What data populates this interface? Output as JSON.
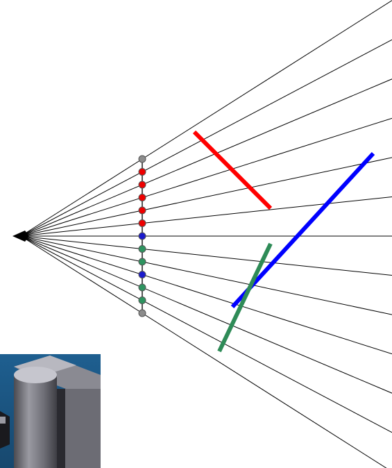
{
  "colors": {
    "background": "#ffffff",
    "ray": "#000000",
    "screen_line": "#555555",
    "red_segment": "#ff0000",
    "blue_segment": "#0000ff",
    "green_segment": "#2e8b57",
    "dot_gray": "#8c8c8c",
    "dot_red": "#ee0000",
    "dot_blue": "#1a1acc",
    "dot_green": "#2e9460",
    "inset_sky": "#1d5c8c",
    "inset_block": "#7a7a80"
  },
  "screen_samples": [
    {
      "hit": "none",
      "color_key": "dot_gray"
    },
    {
      "hit": "red",
      "color_key": "dot_red"
    },
    {
      "hit": "red",
      "color_key": "dot_red"
    },
    {
      "hit": "red",
      "color_key": "dot_red"
    },
    {
      "hit": "red",
      "color_key": "dot_red"
    },
    {
      "hit": "red",
      "color_key": "dot_red"
    },
    {
      "hit": "blue",
      "color_key": "dot_blue"
    },
    {
      "hit": "green",
      "color_key": "dot_green"
    },
    {
      "hit": "green",
      "color_key": "dot_green"
    },
    {
      "hit": "blue",
      "color_key": "dot_blue"
    },
    {
      "hit": "green",
      "color_key": "dot_green"
    },
    {
      "hit": "green",
      "color_key": "dot_green"
    },
    {
      "hit": "none",
      "color_key": "dot_gray"
    }
  ],
  "objects": [
    {
      "name": "red-segment",
      "color_key": "red_segment"
    },
    {
      "name": "blue-segment",
      "color_key": "blue_segment"
    },
    {
      "name": "green-segment",
      "color_key": "green_segment"
    }
  ],
  "inset_image": "rendered-3d-blocks-thumbnail"
}
